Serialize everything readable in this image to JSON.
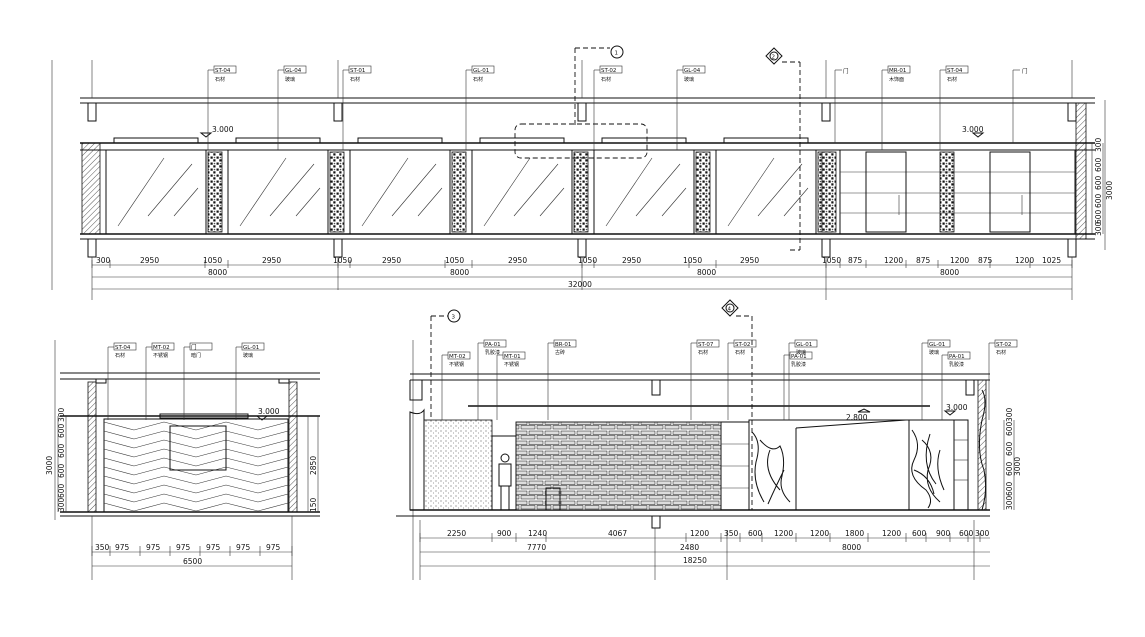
{
  "top_elevation": {
    "segment_dims": [
      "300",
      "2950",
      "1050",
      "2950",
      "1050",
      "2950",
      "1050",
      "2950",
      "1050",
      "2950",
      "1050",
      "2950",
      "1050",
      "875",
      "1200",
      "875",
      "1200",
      "875",
      "1200",
      "1025"
    ],
    "group_dims": [
      "8000",
      "8000",
      "8000",
      "8000"
    ],
    "total_dim": "32000",
    "ceiling_mark": "3.000",
    "ceiling_mark_right": "3.000",
    "right_dims": [
      "300",
      "600",
      "600",
      "600",
      "600",
      "300"
    ],
    "right_total": "3000",
    "tags": [
      "ST-04",
      "GL-04",
      "ST-01",
      "GL-01",
      "ST-02",
      "GL-04",
      "MR-01",
      "ST-04"
    ],
    "tag_subs": [
      "石材",
      "玻璃",
      "石材",
      "石材",
      "石材",
      "玻璃",
      "木饰面",
      "石材"
    ],
    "tag_label_door": "门",
    "tag_label_door2": "门",
    "callout_1": "1",
    "callout_2": "2"
  },
  "left_elevation": {
    "bottom_dims": [
      "350",
      "975",
      "975",
      "975",
      "975",
      "975",
      "975"
    ],
    "total_dim": "6500",
    "ceiling_mark": "3.000",
    "left_dims": [
      "300",
      "600",
      "600",
      "600",
      "600",
      "300"
    ],
    "left_total": "3000",
    "right_dims": [
      "2850",
      "150"
    ],
    "tags": [
      "ST-04",
      "MT-02",
      "门",
      "GL-01"
    ],
    "tag_subs": [
      "石材",
      "不锈钢",
      "暗门",
      "玻璃"
    ]
  },
  "right_elevation": {
    "row1_dims": [
      "2250",
      "900",
      "1240",
      "4067",
      "1200",
      "350",
      "600",
      "1200",
      "1200",
      "1800",
      "1200",
      "600",
      "900",
      "600",
      "300"
    ],
    "row2_dims": [
      "7770",
      "2480",
      "8000"
    ],
    "total_dim": "18250",
    "ceiling_mark": "3.000",
    "inner_mark": "2.800",
    "right_dims": [
      "300",
      "600",
      "600",
      "600",
      "600",
      "300"
    ],
    "right_total": "3000",
    "tags": [
      "MT-02",
      "PA-01",
      "MT-01",
      "BR-01",
      "ST-07",
      "ST-02",
      "GL-01",
      "PA-01",
      "GL-01",
      "PA-01",
      "ST-02"
    ],
    "tag_subs": [
      "不锈钢",
      "乳胶漆",
      "不锈钢",
      "古砖",
      "石材",
      "石材",
      "玻璃",
      "乳胶漆",
      "玻璃",
      "乳胶漆",
      "石材"
    ],
    "callout_3": "3",
    "callout_4": "4"
  }
}
